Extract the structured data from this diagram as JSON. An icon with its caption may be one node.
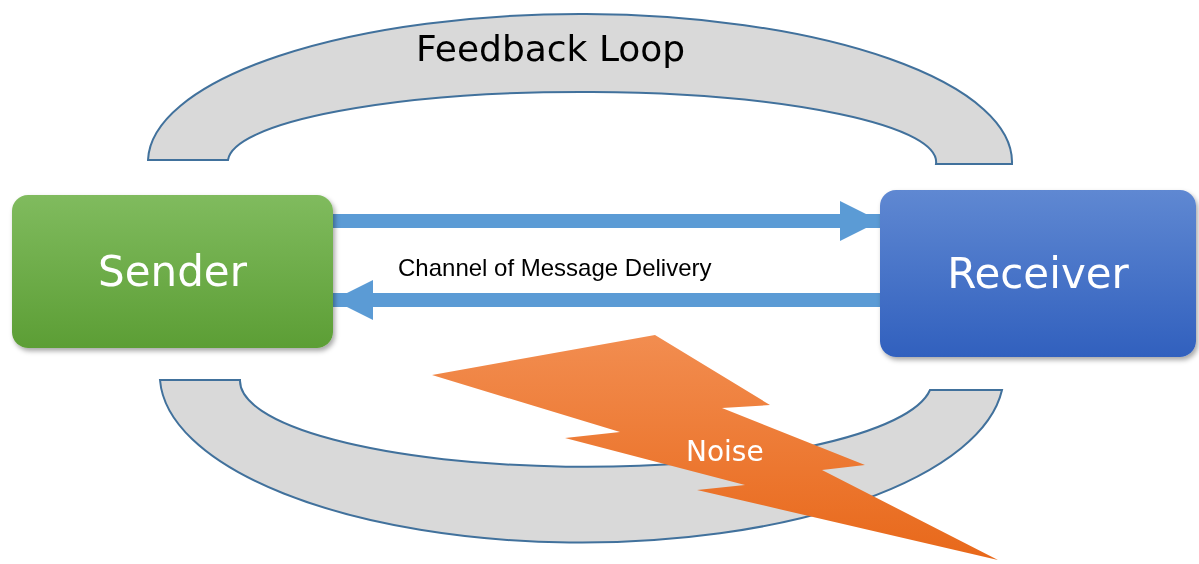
{
  "diagram": {
    "nodes": [
      {
        "text": [
          "Feedback Loop"
        ]
      },
      {
        "text": [
          "Sender"
        ]
      },
      {
        "text": [
          "Receiver"
        ]
      },
      {
        "text": [],
        "shape": "arch"
      },
      {
        "text": [
          "Noise"
        ]
      }
    ],
    "edges": [
      {
        "from": 1,
        "to": 2,
        "arrow": "to"
      },
      {
        "from": 2,
        "to": 1,
        "arrow": "to"
      }
    ],
    "labels": [
      "Channel of Message Delivery"
    ]
  }
}
